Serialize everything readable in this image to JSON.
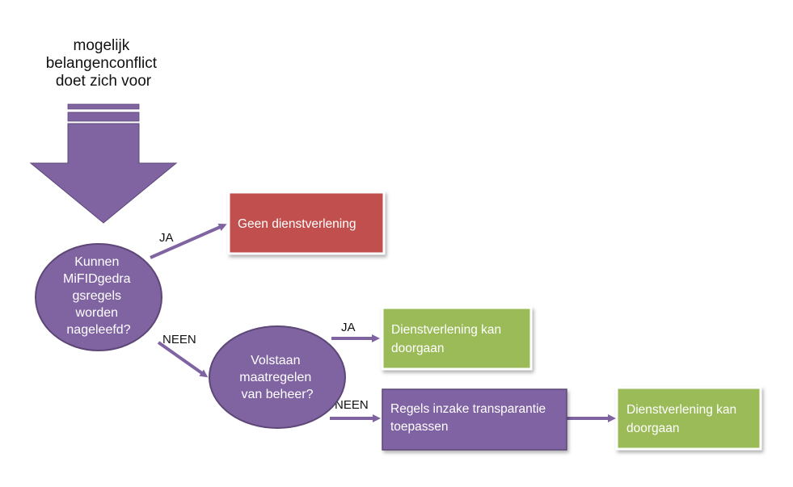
{
  "header": {
    "lines": [
      "mogelijk",
      "belangenconflict",
      "doet zich voor"
    ]
  },
  "decision1": {
    "lines": [
      "Kunnen",
      "MiFIDgedra",
      "gsregels",
      "worden",
      "nageleefd?"
    ]
  },
  "decision2": {
    "lines": [
      "Volstaan",
      "maatregelen",
      "van beheer?"
    ]
  },
  "box_red": {
    "lines": [
      "Geen dienstverlening"
    ]
  },
  "box_green1": {
    "lines": [
      "Dienstverlening kan",
      "doorgaan"
    ]
  },
  "box_purple": {
    "lines": [
      "Regels inzake transparantie",
      "toepassen"
    ]
  },
  "box_green2": {
    "lines": [
      "Dienstverlening kan",
      "doorgaan"
    ]
  },
  "edge_labels": {
    "d1_yes": "JA",
    "d1_no": "NEEN",
    "d2_yes": "JA",
    "d2_no": "NEEN"
  },
  "colors": {
    "purple": "#8064a2",
    "purple_dark": "#5c4776",
    "red": "#c0504d",
    "green": "#9bbb59"
  }
}
